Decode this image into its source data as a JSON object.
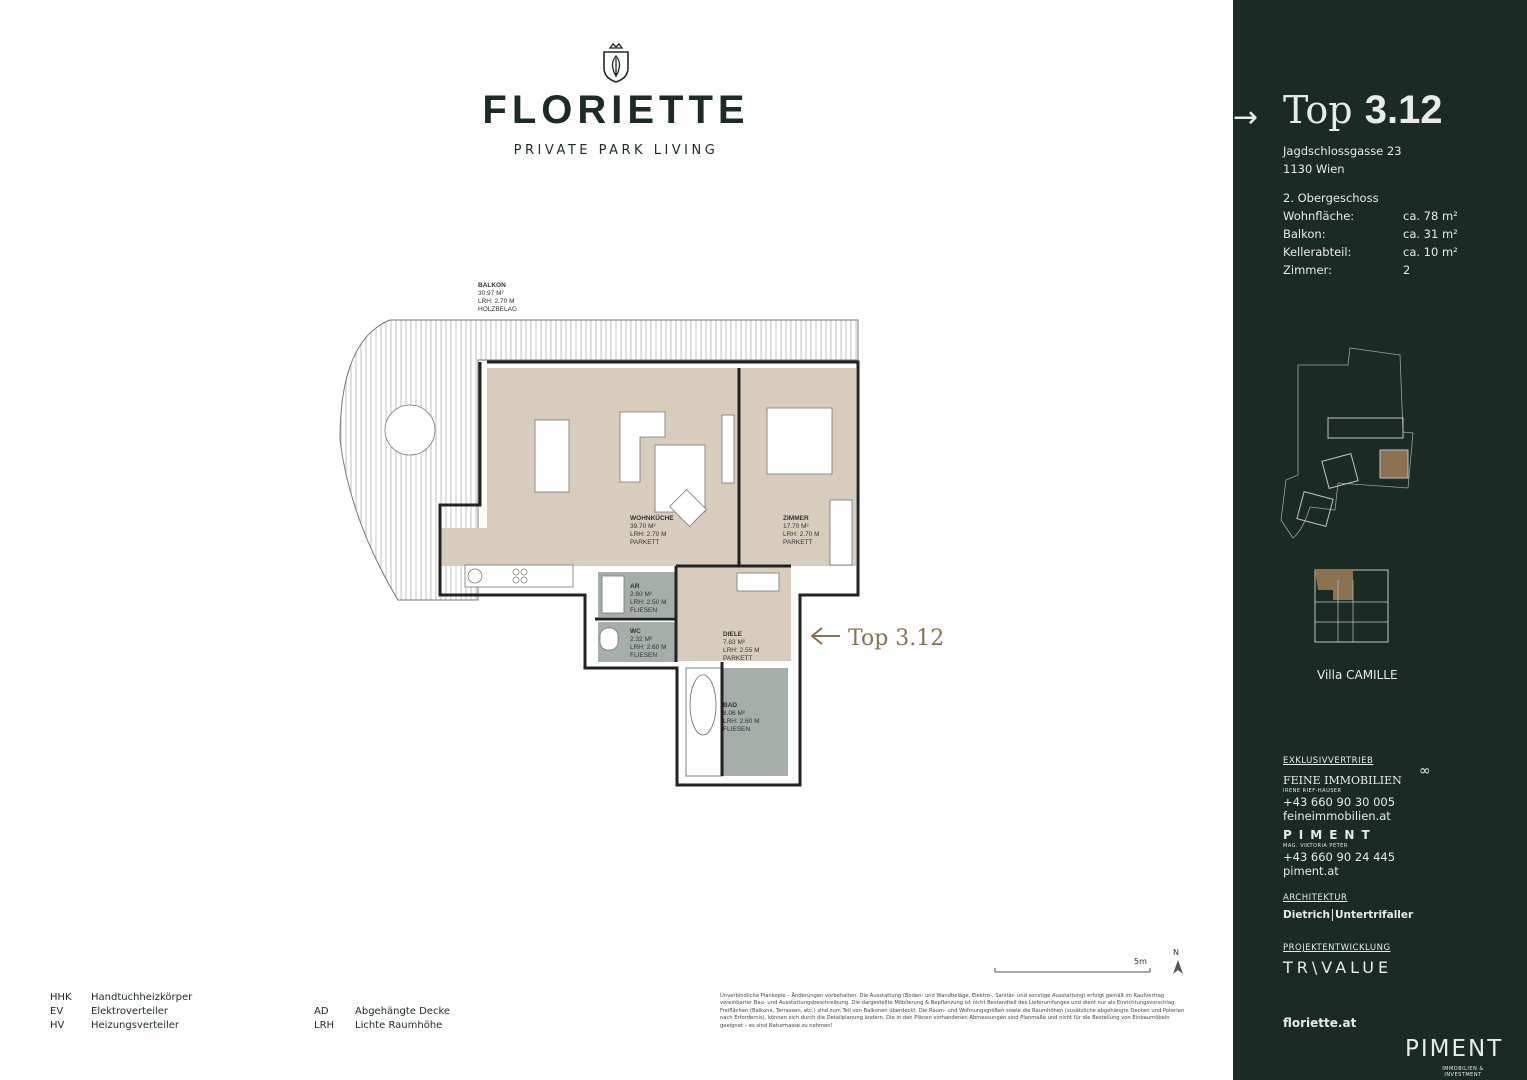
{
  "header": {
    "brand": "FLORIETTE",
    "tagline": "PRIVATE PARK LIVING"
  },
  "plan": {
    "rooms": [
      {
        "name": "BALKON",
        "area": "30.97 M²",
        "height": "LRH: 2.70 M",
        "floor": "HOLZBELAG"
      },
      {
        "name": "WOHNKÜCHE",
        "area": "39.70 M²",
        "height": "LRH: 2.70 M",
        "floor": "PARKETT"
      },
      {
        "name": "ZIMMER",
        "area": "17.70 M²",
        "height": "LRH: 2.70 M",
        "floor": "PARKETT"
      },
      {
        "name": "AR",
        "area": "2.60 M²",
        "height": "LRH: 2.50 M",
        "floor": "FLIESEN"
      },
      {
        "name": "WC",
        "area": "2.32 M²",
        "height": "LRH: 2.60 M",
        "floor": "FLIESEN"
      },
      {
        "name": "DIELE",
        "area": "7.83 M²",
        "height": "LRH: 2.55 M",
        "floor": "PARKETT"
      },
      {
        "name": "BAD",
        "area": "8.06 M²",
        "height": "LRH: 2.60 M",
        "floor": "FLIESEN"
      }
    ],
    "entrance_label": "Top 3.12",
    "scale_label": "5m",
    "north_label": "N"
  },
  "legend": [
    {
      "abbr": "HHK",
      "text": "Handtuchheizkörper"
    },
    {
      "abbr": "EV",
      "text": "Elektroverteiler"
    },
    {
      "abbr": "HV",
      "text": "Heizungsverteiler"
    },
    {
      "abbr": "AD",
      "text": "Abgehängte Decke"
    },
    {
      "abbr": "LRH",
      "text": "Lichte Raumhöhe"
    }
  ],
  "disclaimer": "Unverbindliche Plankopie – Änderungen vorbehalten. Die Ausstattung (Boden- und Wandbeläge, Elektro-, Sanitär- und sonstige Ausstattung) erfolgt gemäß im Kaufvertrag vereinbarter Bau- und Ausstattungsbeschreibung. Die dargestellte Möblierung & Bepflanzung ist nicht Bestandteil des Lieferumfanges und dient nur als Einrichtungsvorschlag. Freiflächen (Balkone, Terrassen, etc.) sind zum Teil von Balkonen überdeckt. Die Raum- und Wohnungsgrößen sowie die Raumhöhen (zusätzliche abgehängte Decken und Poterien nach Erfordernis), können sich durch die Detailplanung ändern. Die in den Plänen vorhandenen Abmessungen sind Planmaße und nicht für die Bestellung von Einbaumöbeln geeignet – es sind Naturmasse zu nehmen!",
  "panel": {
    "title_prefix": "Top",
    "title_number": "3.12",
    "address_line1": "Jagdschlossgasse 23",
    "address_line2": "1130 Wien",
    "floor": "2. Obergeschoss",
    "specs": [
      {
        "label": "Wohnfläche:",
        "value": "ca. 78 m²"
      },
      {
        "label": "Balkon:",
        "value": "ca. 31 m²"
      },
      {
        "label": "Kellerabteil:",
        "value": "ca. 10 m²"
      },
      {
        "label": "Zimmer:",
        "value": "2"
      }
    ],
    "building": "Villa CAMILLE",
    "sales_heading": "EXKLUSIVVERTRIEB",
    "agent1": {
      "name": "FEINE IMMOBILIEN",
      "person": "IRENE RIEF-HAUSER",
      "phone": "+43 660 90 30 005",
      "web": "feineimmobilien.at"
    },
    "agent2": {
      "name": "PIMENT",
      "person": "MAG. VIKTORIA PETER",
      "phone": "+43 660 90 24 445",
      "web": "piment.at"
    },
    "arch_heading": "ARCHITEKTUR",
    "arch_name1": "Dietrich",
    "arch_name2": "Untertrifaller",
    "dev_heading": "PROJEKTENTWICKLUNG",
    "dev_name": "TR\\VALUE",
    "website": "floriette.at",
    "footer_logo": "PIMENT",
    "footer_logo_sub": "IMMOBILIEN & INVESTMENT"
  },
  "colors": {
    "panel": "#1c2a26",
    "beige": "#d8cdbd",
    "wet": "#a5aea8",
    "gold": "#8a7150"
  }
}
